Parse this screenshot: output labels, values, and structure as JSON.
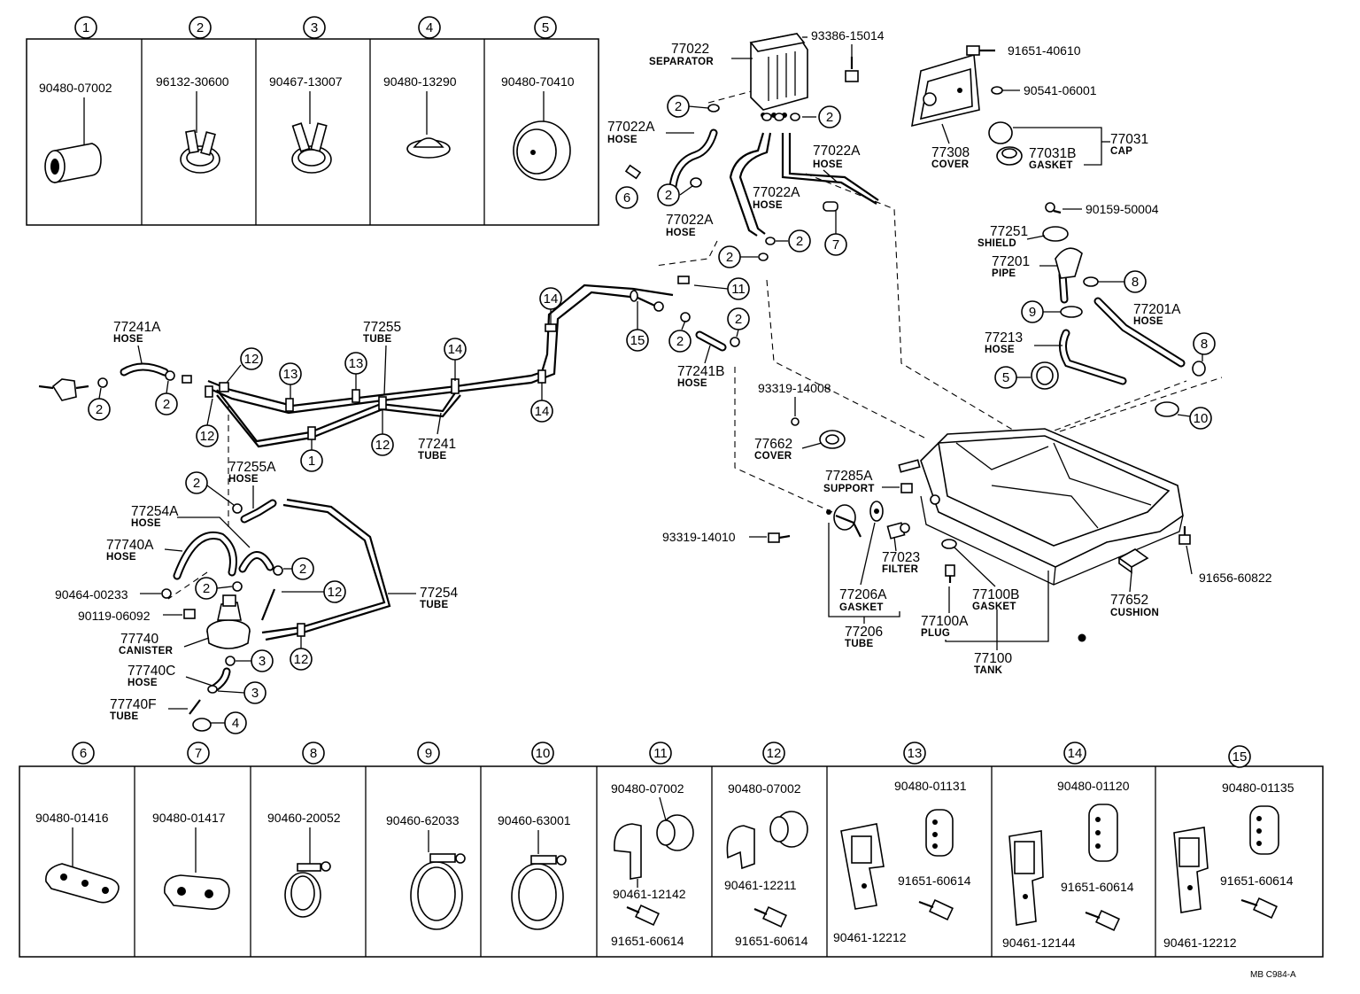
{
  "top_panel": [
    {
      "index": "1",
      "part": "90480-07002"
    },
    {
      "index": "2",
      "part": "96132-30600"
    },
    {
      "index": "3",
      "part": "90467-13007"
    },
    {
      "index": "4",
      "part": "90480-13290"
    },
    {
      "index": "5",
      "part": "90480-70410"
    }
  ],
  "bottom_panel": [
    {
      "index": "6",
      "parts": [
        "90480-01416"
      ]
    },
    {
      "index": "7",
      "parts": [
        "90480-01417"
      ]
    },
    {
      "index": "8",
      "parts": [
        "90460-20052"
      ]
    },
    {
      "index": "9",
      "parts": [
        "90460-62033"
      ]
    },
    {
      "index": "10",
      "parts": [
        "90460-63001"
      ]
    },
    {
      "index": "11",
      "parts": [
        "90480-07002",
        "90461-12142",
        "91651-60614"
      ]
    },
    {
      "index": "12",
      "parts": [
        "90480-07002",
        "90461-12211",
        "91651-60614"
      ]
    },
    {
      "index": "13",
      "parts": [
        "90480-01131",
        "91651-60614",
        "90461-12212"
      ]
    },
    {
      "index": "14",
      "parts": [
        "90480-01120",
        "91651-60614",
        "90461-12144"
      ]
    },
    {
      "index": "15",
      "parts": [
        "90480-01135",
        "91651-60614",
        "90461-12212"
      ]
    }
  ],
  "labels": {
    "sep_num": "77022",
    "sep_name": "SEPARATOR",
    "p93386": "93386-15014",
    "hose_a1_num": "77022A",
    "hose_a1_name": "HOSE",
    "hose_a2_num": "77022A",
    "hose_a2_name": "HOSE",
    "hose_a3_num": "77022A",
    "hose_a3_name": "HOSE",
    "hose_a4_num": "77022A",
    "hose_a4_name": "HOSE",
    "p91651_40610": "91651-40610",
    "p90541": "90541-06001",
    "cover_num": "77308",
    "cover_name": "COVER",
    "gasket_b_num": "77031B",
    "gasket_b_name": "GASKET",
    "cap_num": "77031",
    "cap_name": "CAP",
    "p90159": "90159-50004",
    "shield_num": "77251",
    "shield_name": "SHIELD",
    "pipe_num": "77201",
    "pipe_name": "PIPE",
    "hose201a_num": "77201A",
    "hose201a_name": "HOSE",
    "hose213_num": "77213",
    "hose213_name": "HOSE",
    "hose241a_num": "77241A",
    "hose241a_name": "HOSE",
    "tube255_num": "77255",
    "tube255_name": "TUBE",
    "tube241_num": "77241",
    "tube241_name": "TUBE",
    "hose241b_num": "77241B",
    "hose241b_name": "HOSE",
    "hose255a_num": "77255A",
    "hose255a_name": "HOSE",
    "hose254a_num": "77254A",
    "hose254a_name": "HOSE",
    "hose740a_num": "77740A",
    "hose740a_name": "HOSE",
    "p90464": "90464-00233",
    "p90119": "90119-06092",
    "canister_num": "77740",
    "canister_name": "CANISTER",
    "hose740c_num": "77740C",
    "hose740c_name": "HOSE",
    "tube740f_num": "77740F",
    "tube740f_name": "TUBE",
    "tube254_num": "77254",
    "tube254_name": "TUBE",
    "p93319_14008": "93319-14008",
    "cover662_num": "77662",
    "cover662_name": "COVER",
    "support_num": "77285A",
    "support_name": "SUPPORT",
    "p93319_14010": "93319-14010",
    "filter_num": "77023",
    "filter_name": "FILTER",
    "gasket206a_num": "77206A",
    "gasket206a_name": "GASKET",
    "tube206_num": "77206",
    "tube206_name": "TUBE",
    "gasket100b_num": "77100B",
    "gasket100b_name": "GASKET",
    "plug_num": "77100A",
    "plug_name": "PLUG",
    "tank_num": "77100",
    "tank_name": "TANK",
    "cushion_num": "77652",
    "cushion_name": "CUSHION",
    "p91656": "91656-60822",
    "footer": "MB  C984-A"
  },
  "callouts": [
    "1",
    "2",
    "3",
    "4",
    "5",
    "6",
    "7",
    "8",
    "9",
    "10",
    "11",
    "12",
    "13",
    "14",
    "15"
  ]
}
